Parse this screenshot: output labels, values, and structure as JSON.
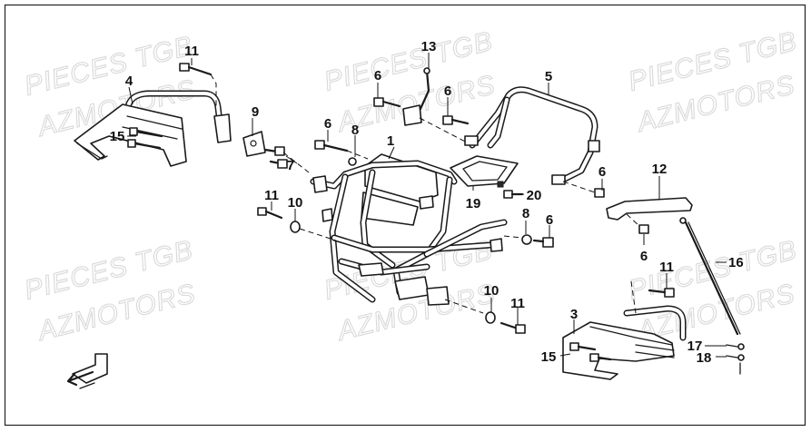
{
  "watermarks": [
    {
      "text": "PIECES TGB"
    },
    {
      "text": "AZMOTORS"
    }
  ],
  "callouts": [
    {
      "label": "1"
    },
    {
      "label": "3"
    },
    {
      "label": "4"
    },
    {
      "label": "5"
    },
    {
      "label": "6"
    },
    {
      "label": "6"
    },
    {
      "label": "6"
    },
    {
      "label": "6"
    },
    {
      "label": "6"
    },
    {
      "label": "6"
    },
    {
      "label": "7"
    },
    {
      "label": "8"
    },
    {
      "label": "8"
    },
    {
      "label": "9"
    },
    {
      "label": "10"
    },
    {
      "label": "10"
    },
    {
      "label": "11"
    },
    {
      "label": "11"
    },
    {
      "label": "11"
    },
    {
      "label": "11"
    },
    {
      "label": "12"
    },
    {
      "label": "13"
    },
    {
      "label": "15"
    },
    {
      "label": "15"
    },
    {
      "label": "16"
    },
    {
      "label": "17"
    },
    {
      "label": "18"
    },
    {
      "label": "19"
    },
    {
      "label": "20"
    }
  ]
}
